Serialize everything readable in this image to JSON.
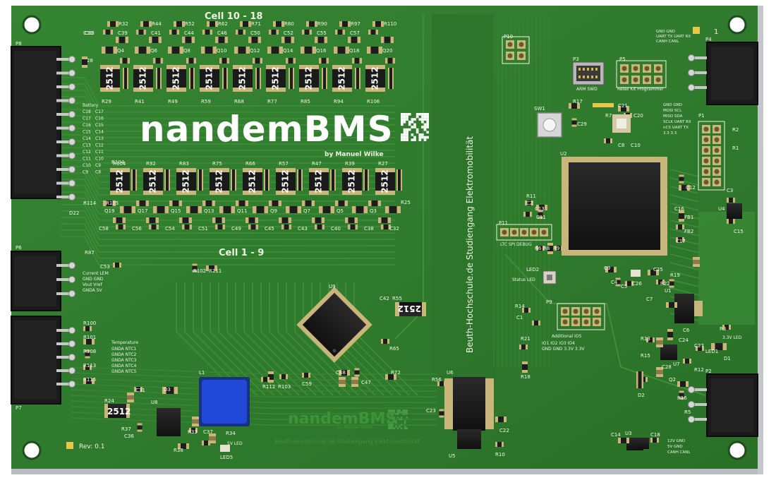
{
  "board": {
    "logo_main": "nandemBMS",
    "logo_author": "by Manuel Wilke",
    "logo_small": "nandemBMS",
    "logo_small_author": "by Manuel Wilke",
    "university_vertical": "Beuth-Hochschule.de Studiengang Elektromobilität",
    "university_bottom": "Beuth-Hochschule.de Studiengang Elektromobilität",
    "cell_top": "Cell 10 - 18",
    "cell_bottom": "Cell 1 - 9",
    "revision": "Rev: 0.1",
    "pin1": "1",
    "status_led": "Status LED",
    "led5": "5V LED",
    "led33": "3.3V LED",
    "relax_kit": "Relax Kit Programmer",
    "arm_swd": "ARM SWD",
    "additional_ios": "Additional IOS",
    "ltc_spi": "LTC SPI DEBUG",
    "temperature": "Temperature",
    "current_label": "Current LEM",
    "chip_2512": "2512",
    "colors": {
      "pcb": "#2f7a2c",
      "pcb_dark": "#266b25",
      "trace": "#3f8e39",
      "silk": "#eef2e4",
      "pad": "#c9b67a",
      "chip": "#1b1b1b",
      "inductor": "#1f49d6"
    }
  },
  "components": {
    "top_resistors_row": [
      "R32",
      "R44",
      "R52",
      "R62",
      "R71",
      "R80",
      "R90",
      "R97",
      "R110"
    ],
    "top_caps_row": [
      "C33",
      "C39",
      "C41",
      "C44",
      "C46",
      "C50",
      "C52",
      "C55",
      "C57"
    ],
    "top_fets": [
      "Q4",
      "Q6",
      "Q8",
      "Q10",
      "Q12",
      "Q14",
      "Q16",
      "Q18",
      "Q20"
    ],
    "top_bottom_refs": [
      "R29",
      "R41",
      "R49",
      "R59",
      "R68",
      "R77",
      "R85",
      "R94",
      "R106"
    ],
    "bottom_resistors_row": [
      "R104",
      "R92",
      "R83",
      "R75",
      "R66",
      "R57",
      "R47",
      "R39",
      "R27"
    ],
    "bottom_fets": [
      "Q19",
      "Q17",
      "Q15",
      "Q13",
      "Q11",
      "Q9",
      "Q7",
      "Q5",
      "Q3"
    ],
    "bottom_caps_row": [
      "C58",
      "C56",
      "C54",
      "C51",
      "C49",
      "C45",
      "C43",
      "C40",
      "C38",
      "C32"
    ],
    "connectors": [
      "P8",
      "P6",
      "P7",
      "P10",
      "P3",
      "P5",
      "P4",
      "P1",
      "P11",
      "P9",
      "P2"
    ],
    "left_connector_pins_p8": [
      "Battery",
      "C18",
      "C17",
      "C16",
      "C15",
      "C14",
      "C13",
      "C12",
      "C11",
      "C10",
      "C9"
    ],
    "temp_pins": [
      "GNDA NTC1",
      "GNDA NTC2",
      "GNDA NTC3",
      "GNDA NTC4",
      "GNDA NTC5"
    ],
    "current_pins": [
      "GND GND",
      "Vout Vref",
      "GNDA 5V"
    ],
    "p4_pins": [
      "GND GND",
      "UART TX UART RX",
      "CANH CANL"
    ],
    "p1_pins": [
      "GND GND",
      "MOSI SCL",
      "MISO SDA",
      "SCLK UART RX",
      "nCS UART TX",
      "3.3 3.3"
    ],
    "p9_pins": [
      "IO1 IO2 IO3 IO4",
      "GND GND 3.3V 3.3V"
    ],
    "p2_pins": [
      "12V GND",
      "5V GND",
      "CANH CANL"
    ],
    "ics": [
      "U9",
      "U6",
      "U5",
      "U8",
      "U2",
      "U3",
      "U4",
      "U1",
      "U7"
    ]
  }
}
